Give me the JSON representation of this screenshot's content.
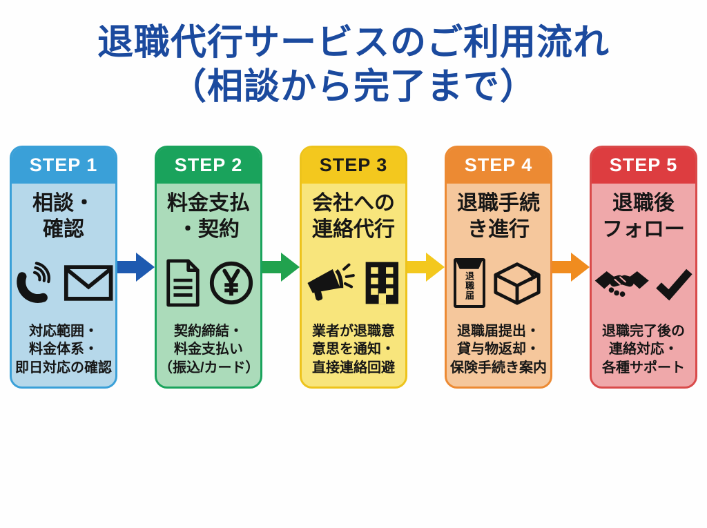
{
  "title": {
    "line1": "退職代行サービスのご利用流れ",
    "line2": "（相談から完了まで）",
    "text_color": "#1b4a9e"
  },
  "steps": [
    {
      "label": "STEP 1",
      "heading": "相談・\n確認",
      "description": "対応範囲・\n料金体系・\n即日対応の確認",
      "icons": [
        "phone-icon",
        "mail-icon"
      ],
      "colors": {
        "header": "#3aa0d8",
        "body": "#b6d8ea",
        "label_text": "#ffffff"
      }
    },
    {
      "label": "STEP 2",
      "heading": "料金支払\n・契約",
      "description": "契約締結・\n料金支払い\n（振込/カード）",
      "icons": [
        "document-icon",
        "yen-circle-icon"
      ],
      "colors": {
        "header": "#1aa35c",
        "body": "#abdbba",
        "label_text": "#ffffff"
      }
    },
    {
      "label": "STEP 3",
      "heading": "会社への\n連絡代行",
      "description": "業者が退職意\n意思を通知・\n直接連絡回避",
      "icons": [
        "megaphone-icon",
        "office-building-icon"
      ],
      "colors": {
        "header": "#f3c81e",
        "body": "#f8e57c",
        "label_text": "#1a1a1a"
      }
    },
    {
      "label": "STEP 4",
      "heading": "退職手続\nき進行",
      "description": "退職届提出・\n貸与物返却・\n保険手続き案内",
      "icons": [
        "resignation-envelope-icon",
        "package-box-icon"
      ],
      "envelope_label": "退職届",
      "colors": {
        "header": "#ec8a33",
        "body": "#f5c79c",
        "label_text": "#ffffff"
      }
    },
    {
      "label": "STEP 5",
      "heading": "退職後\nフォロー",
      "description": "退職完了後の\n連絡対応・\n各種サポート",
      "icons": [
        "handshake-icon",
        "checkmark-icon"
      ],
      "colors": {
        "header": "#dd3d40",
        "body": "#efa8aa",
        "label_text": "#ffffff"
      }
    }
  ],
  "arrows": [
    {
      "direction": "right",
      "color": "#1e5ab0"
    },
    {
      "direction": "right",
      "color": "#21a24e"
    },
    {
      "direction": "right",
      "color": "#f3c81e"
    },
    {
      "direction": "right",
      "color": "#f08c1f"
    }
  ]
}
